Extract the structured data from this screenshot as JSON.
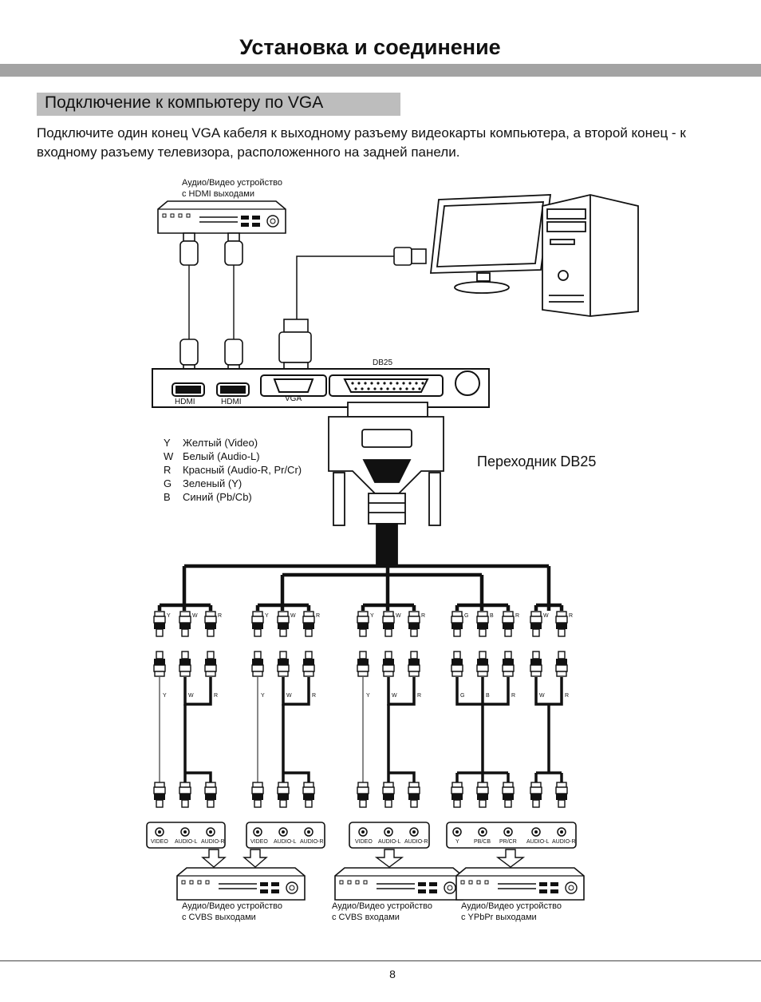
{
  "header": {
    "title": "Установка и соединение",
    "section": "Подключение к компьютеру по VGA"
  },
  "intro": "Подключите один конец VGA кабеля к выходному разъему видеокарты компьютера, а второй конец - к входному разъему телевизора, расположенного на задней панели.",
  "hdmi_device": {
    "line1": "Аудио/Видео устройство",
    "line2": "с HDMI  выходами"
  },
  "panel": {
    "db25_label": "DB25",
    "hdmi1": "HDMI",
    "hdmi2": "HDMI",
    "vga": "VGA"
  },
  "legend": [
    {
      "key": "Y",
      "text": "Желтый (Video)"
    },
    {
      "key": "W",
      "text": "Белый (Audio-L)"
    },
    {
      "key": "R",
      "text": "Красный (Audio-R, Pr/Cr)"
    },
    {
      "key": "G",
      "text": "Зеленый (Y)"
    },
    {
      "key": "B",
      "text": "Синий (Pb/Cb)"
    }
  ],
  "adapter_label": "Переходник DB25",
  "plug_letters_top": [
    "Y",
    "W",
    "R",
    "Y",
    "W",
    "R",
    "Y",
    "W",
    "R",
    "G",
    "B",
    "R",
    "W",
    "R"
  ],
  "plug_letters_mid": [
    "Y",
    "W",
    "R",
    "Y",
    "W",
    "R",
    "Y",
    "W",
    "R",
    "G",
    "B",
    "R",
    "W",
    "R"
  ],
  "jack_groups": [
    {
      "labels": [
        "VIDEO",
        "AUDIO-L",
        "AUDIO-R"
      ]
    },
    {
      "labels": [
        "VIDEO",
        "AUDIO-L",
        "AUDIO-R"
      ]
    },
    {
      "labels": [
        "VIDEO",
        "AUDIO-L",
        "AUDIO-R"
      ]
    },
    {
      "labels": [
        "Y",
        "PB/CB",
        "PR/CR",
        "AUDIO-L",
        "AUDIO-R"
      ]
    }
  ],
  "devices_bottom": [
    {
      "line1": "Аудио/Видео устройство",
      "line2": "с CVBS выходами"
    },
    {
      "line1": "Аудио/Видео устройство",
      "line2": "с CVBS входами"
    },
    {
      "line1": "Аудио/Видео устройство",
      "line2": "с YPbPr выходами"
    }
  ],
  "page_number": "8"
}
